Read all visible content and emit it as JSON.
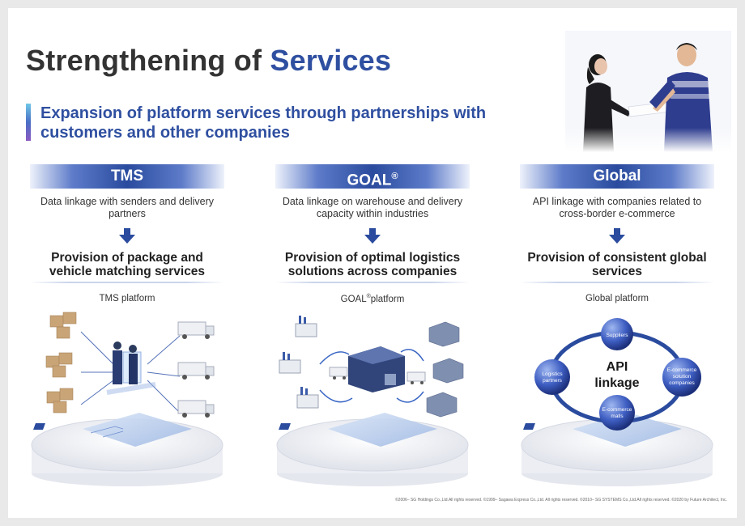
{
  "title": {
    "main": "Strengthening of ",
    "accent": "Services"
  },
  "subtitle": "Expansion of platform services through partnerships with customers and other companies",
  "columns": {
    "tms": {
      "header": "TMS",
      "desc": "Data linkage with senders and delivery partners",
      "result": "Provision of package and vehicle matching services",
      "platform": "TMS platform"
    },
    "goal": {
      "header": "GOAL",
      "header_mark": "®",
      "desc": "Data linkage on warehouse and delivery capacity within industries",
      "result": "Provision of optimal logistics solutions across companies",
      "platform": "GOAL",
      "platform_mark": "®",
      "platform_suffix": "platform"
    },
    "global": {
      "header": "Global",
      "desc": "API linkage with companies related to cross-border e-commerce",
      "result": "Provision of consistent global services",
      "platform": "Global platform"
    }
  },
  "api_diagram": {
    "center_line1": "API",
    "center_line2": "linkage",
    "nodes": {
      "top": "Suppliers",
      "left_1": "Logistics",
      "left_2": "partners",
      "right_1": "E-commerce",
      "right_2": "solution",
      "right_3": "companies",
      "bottom_1": "E-commerce",
      "bottom_2": "malls"
    }
  },
  "copyright": "©2006– SG Holdings Co.,Ltd.All rights reserved.  ©1999– Sagawa Express Co.,Ltd.  All rights reserved.  ©2010– SG SYSTEMS Co.,Ltd.All rights reserved.  ©2020 by Future Architect, Inc.",
  "colors": {
    "brand_blue": "#2a4b9e",
    "accent_blue": "#2f4fa0",
    "box_tan": "#c8a477"
  }
}
